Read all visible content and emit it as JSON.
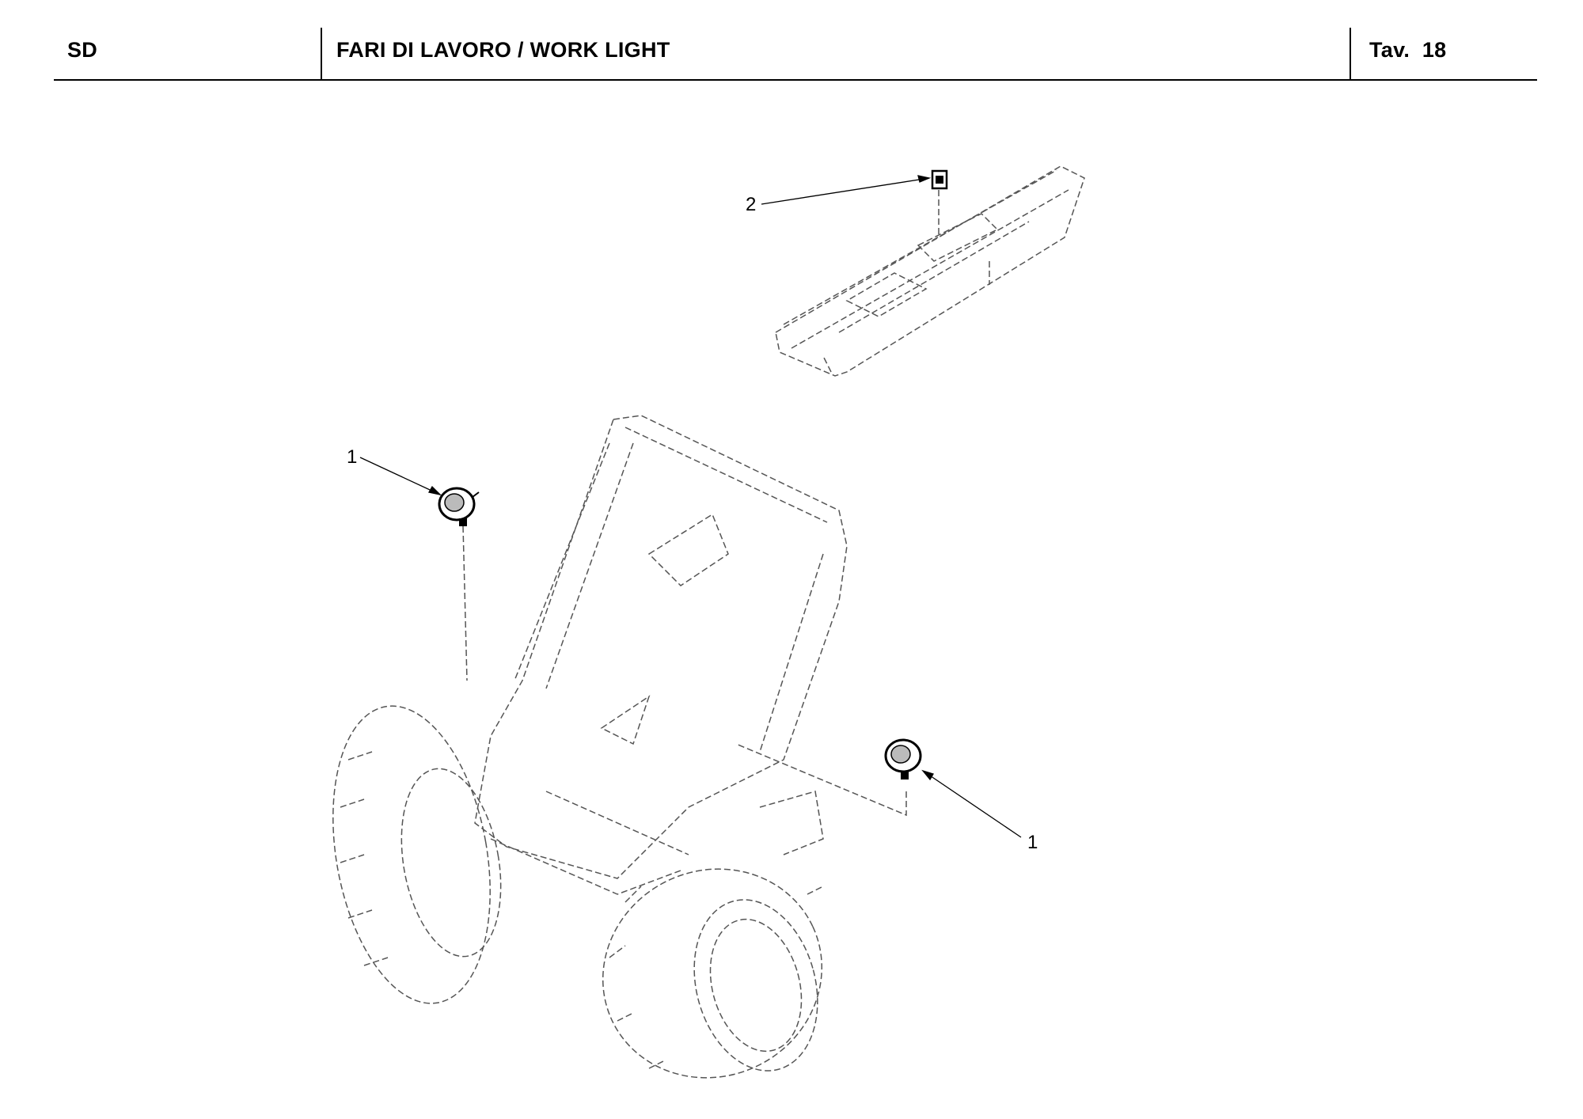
{
  "header": {
    "code": "SD",
    "title": "FARI DI LAVORO / WORK LIGHT",
    "table_label": "Tav.",
    "table_number": "18"
  },
  "callouts": [
    {
      "label": "2",
      "part": "switch"
    },
    {
      "label": "1",
      "part": "work-light-left"
    },
    {
      "label": "1",
      "part": "work-light-right"
    }
  ]
}
